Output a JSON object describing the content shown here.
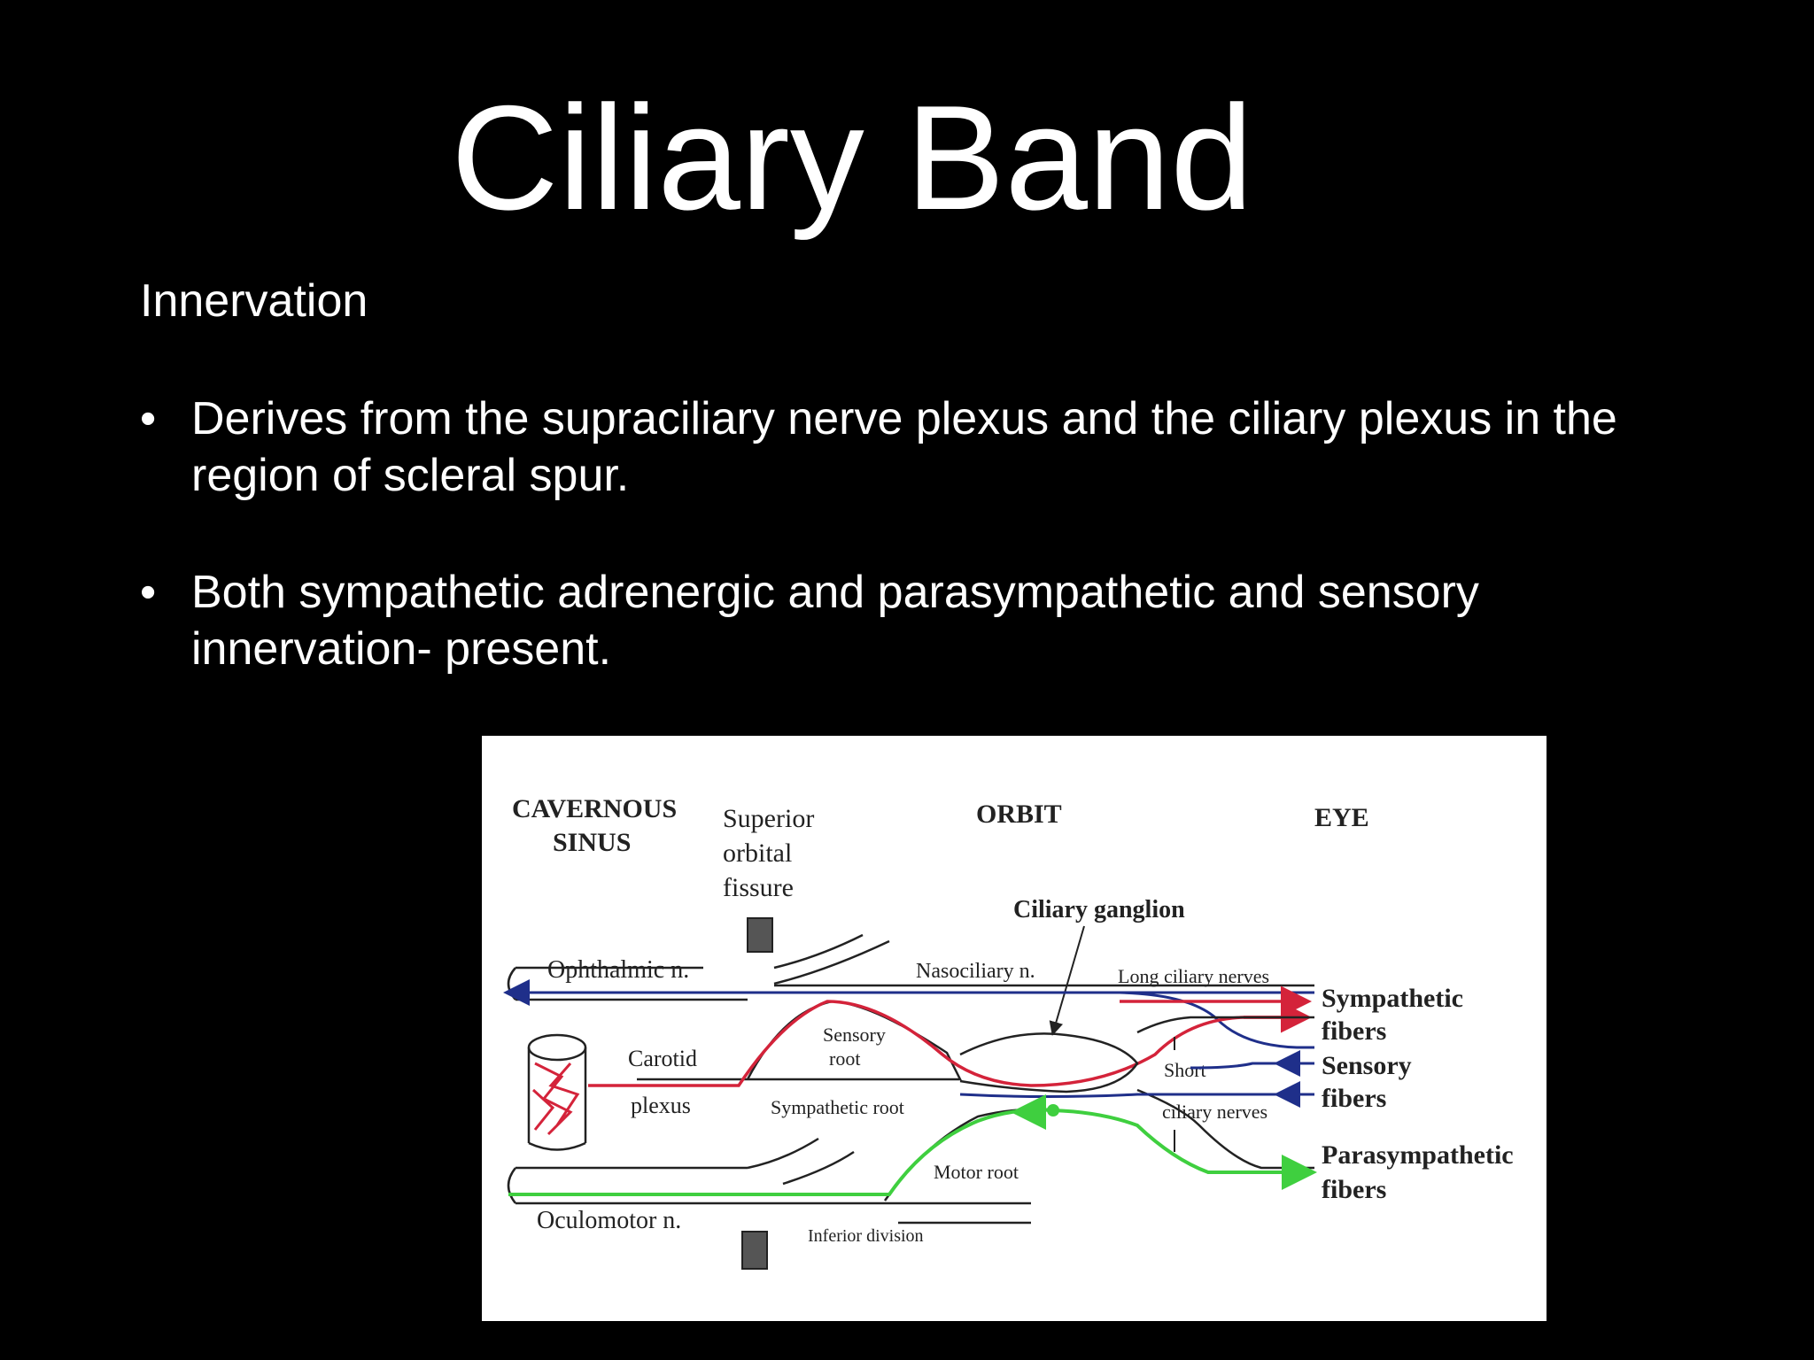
{
  "slide": {
    "title": "Ciliary Band",
    "subtitle": "Innervation",
    "bullets": [
      "Derives from the supraciliary nerve plexus and the ciliary plexus in the region of scleral spur.",
      "Both sympathetic adrenergic and parasympathetic and sensory innervation- present."
    ]
  },
  "diagram": {
    "regions": {
      "cavernous_sinus_1": "CAVERNOUS",
      "cavernous_sinus_2": "SINUS",
      "sup_fissure_1": "Superior",
      "sup_fissure_2": "orbital",
      "sup_fissure_3": "fissure",
      "orbit": "ORBIT",
      "eye": "EYE"
    },
    "labels": {
      "ciliary_ganglion": "Ciliary ganglion",
      "ophthalmic": "Ophthalmic n.",
      "nasociliary": "Nasociliary n.",
      "long_ciliary": "Long ciliary nerves",
      "carotid": "Carotid",
      "plexus": "plexus",
      "sensory_root_1": "Sensory",
      "sensory_root_2": "root",
      "sympathetic_root": "Sympathetic root",
      "short_1": "Short",
      "short_2": "ciliary nerves",
      "motor_root": "Motor root",
      "oculomotor": "Oculomotor n.",
      "inferior_division": "Inferior division"
    },
    "legend": {
      "sympathetic_1": "Sympathetic",
      "sympathetic_2": "fibers",
      "sensory_1": "Sensory",
      "sensory_2": "fibers",
      "parasympathetic_1": "Parasympathetic",
      "parasympathetic_2": "fibers"
    },
    "colors": {
      "sympathetic": "#d4233a",
      "sensory": "#1f2f8a",
      "parasympathetic": "#3fcf3f",
      "outline": "#222222"
    }
  }
}
